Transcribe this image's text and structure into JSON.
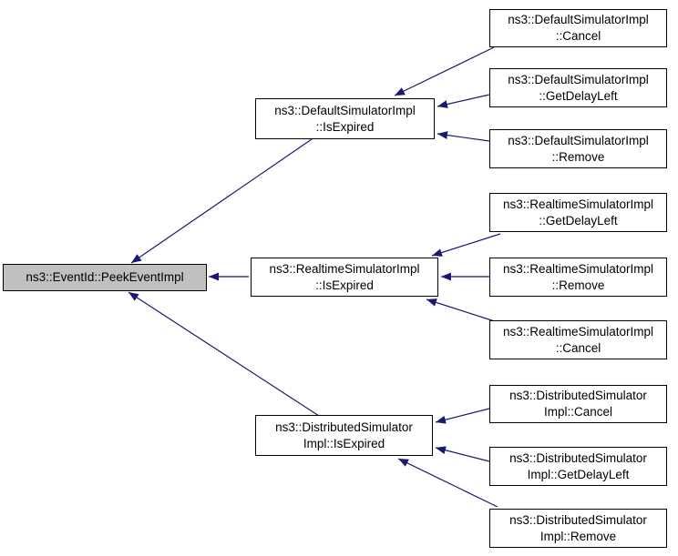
{
  "graph": {
    "colors": {
      "edge": "#191970",
      "border": "#000000",
      "node_fill": "#ffffff",
      "highlight_fill": "#c0c0c0",
      "text": "#000000",
      "background": "#ffffff"
    },
    "nodes": {
      "peek": {
        "label": "ns3::EventId::PeekEventImpl",
        "highlighted": true
      },
      "default_isexpired": {
        "label": "ns3::DefaultSimulatorImpl\n::IsExpired"
      },
      "default_cancel": {
        "label": "ns3::DefaultSimulatorImpl\n::Cancel"
      },
      "default_getdelayleft": {
        "label": "ns3::DefaultSimulatorImpl\n::GetDelayLeft"
      },
      "default_remove": {
        "label": "ns3::DefaultSimulatorImpl\n::Remove"
      },
      "realtime_isexpired": {
        "label": "ns3::RealtimeSimulatorImpl\n::IsExpired"
      },
      "realtime_getdelayleft": {
        "label": "ns3::RealtimeSimulatorImpl\n::GetDelayLeft"
      },
      "realtime_remove": {
        "label": "ns3::RealtimeSimulatorImpl\n::Remove"
      },
      "realtime_cancel": {
        "label": "ns3::RealtimeSimulatorImpl\n::Cancel"
      },
      "distributed_isexpired": {
        "label": "ns3::DistributedSimulator\nImpl::IsExpired"
      },
      "distributed_cancel": {
        "label": "ns3::DistributedSimulator\nImpl::Cancel"
      },
      "distributed_getdelayleft": {
        "label": "ns3::DistributedSimulator\nImpl::GetDelayLeft"
      },
      "distributed_remove": {
        "label": "ns3::DistributedSimulator\nImpl::Remove"
      }
    },
    "edges": [
      {
        "from": "default_isexpired",
        "to": "peek"
      },
      {
        "from": "realtime_isexpired",
        "to": "peek"
      },
      {
        "from": "distributed_isexpired",
        "to": "peek"
      },
      {
        "from": "default_cancel",
        "to": "default_isexpired"
      },
      {
        "from": "default_getdelayleft",
        "to": "default_isexpired"
      },
      {
        "from": "default_remove",
        "to": "default_isexpired"
      },
      {
        "from": "realtime_getdelayleft",
        "to": "realtime_isexpired"
      },
      {
        "from": "realtime_remove",
        "to": "realtime_isexpired"
      },
      {
        "from": "realtime_cancel",
        "to": "realtime_isexpired"
      },
      {
        "from": "distributed_cancel",
        "to": "distributed_isexpired"
      },
      {
        "from": "distributed_getdelayleft",
        "to": "distributed_isexpired"
      },
      {
        "from": "distributed_remove",
        "to": "distributed_isexpired"
      }
    ]
  }
}
